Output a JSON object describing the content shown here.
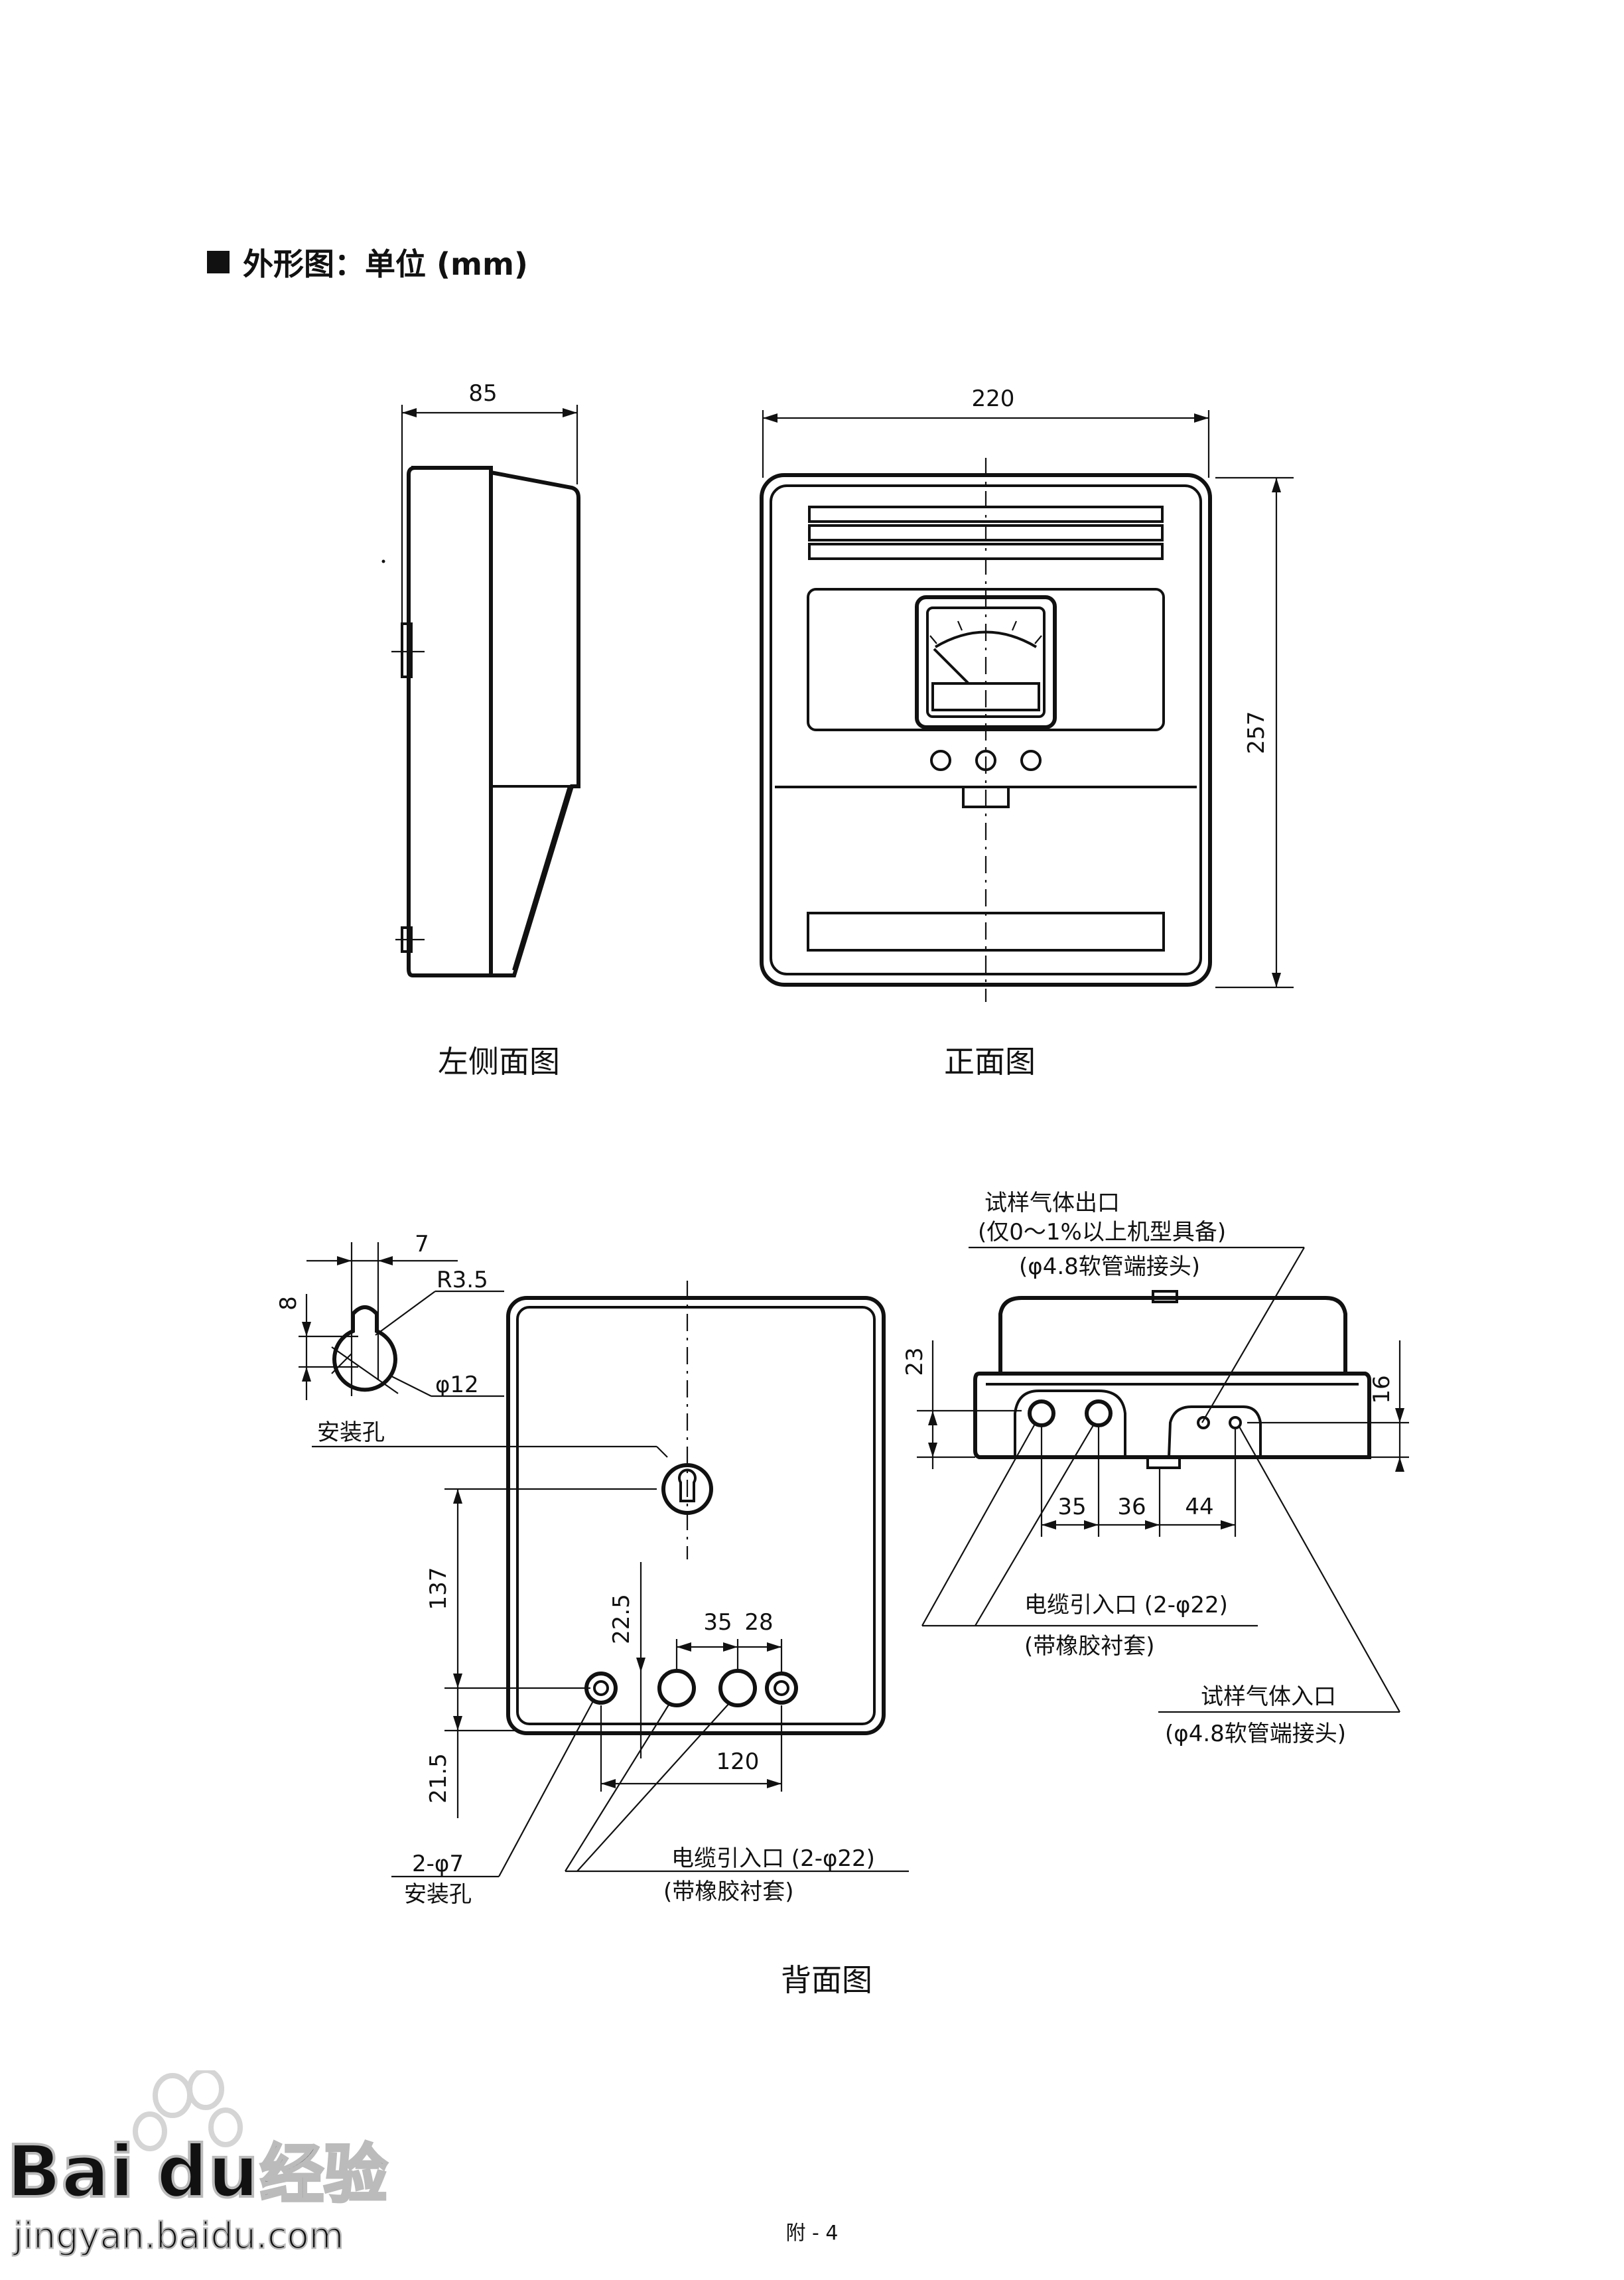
{
  "header": {
    "title": "外形图：单位 (mm)"
  },
  "views": {
    "left": {
      "caption": "左侧面图",
      "width_dim": "85"
    },
    "front": {
      "caption": "正面图",
      "width_dim": "220",
      "height_dim": "257"
    },
    "back": {
      "caption": "背面图",
      "dims": {
        "d7": "7",
        "d8": "8",
        "r35": "R3.5",
        "phi12": "φ12",
        "d137": "137",
        "d215": "21.5",
        "d225": "22.5",
        "d35": "35",
        "d28": "28",
        "d120": "120"
      },
      "labels": {
        "mount_hole": "安装孔",
        "mount_holes_count": "2-φ7",
        "mount_holes_label": "安装孔",
        "cable_inlet": "电缆引入口 (2-φ22)",
        "cable_inlet_note": "(带橡胶衬套)"
      }
    },
    "bottom": {
      "dims": {
        "d23": "23",
        "d16": "16",
        "d35": "35",
        "d36": "36",
        "d44": "44"
      },
      "labels": {
        "gas_outlet": "试样气体出口",
        "gas_outlet_note": "(仅0～1%以上机型具备)",
        "gas_outlet_fitting": "(φ4.8软管端接头)",
        "cable_inlet": "电缆引入口 (2-φ22)",
        "cable_inlet_note": "(带橡胶衬套)",
        "gas_inlet": "试样气体入口",
        "gas_inlet_fitting": "(φ4.8软管端接头)"
      }
    }
  },
  "footer": {
    "page": "附 - 4"
  },
  "watermark": {
    "brand_left": "Bai",
    "brand_right": "du",
    "brand_cn": "经验",
    "url": "jingyan.baidu.com",
    "icon": "paw-icon"
  }
}
